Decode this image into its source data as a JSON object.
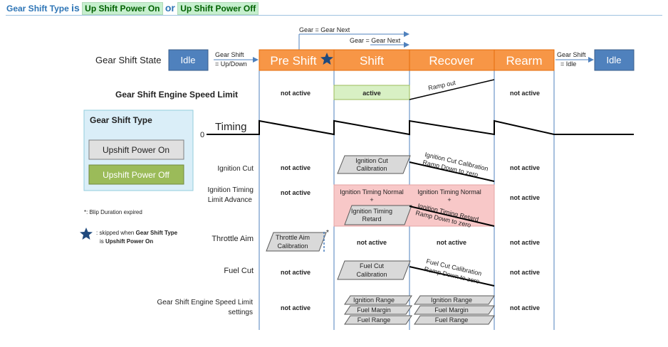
{
  "header": {
    "prefix": "Gear Shift Type",
    "is_word": "is",
    "option_a": "Up Shift Power On",
    "or_word": "or",
    "option_b": "Up Shift Power Off"
  },
  "arrows_top": {
    "gear_next_outer": "Gear = Gear Next",
    "gear_next_inner": "Gear = Gear Next"
  },
  "state_row": {
    "label": "Gear Shift State",
    "idle_left": "Idle",
    "transition_left": [
      "Gear Shift",
      "= Up/Down"
    ],
    "states": [
      "Pre Shift",
      "Shift",
      "Recover",
      "Rearm"
    ],
    "transition_right": [
      "Gear Shift",
      "= Idle"
    ],
    "idle_right": "Idle"
  },
  "speed_limit_row": {
    "label": "Gear Shift Engine Speed Limit",
    "pre_shift": "not active",
    "shift": "active",
    "recover": "Ramp out",
    "rearm": "not active"
  },
  "legend": {
    "title": "Gear Shift Type",
    "button_on": "Upshift Power On",
    "button_off": "Upshift Power Off",
    "note_blip": "*: Blip Duration expired",
    "note_star_prefix": ": skipped when ",
    "note_star_bold1": "Gear Shift Type",
    "note_star_mid": "is ",
    "note_star_bold2": "Upshift Power On"
  },
  "timing_row": {
    "label": "Timing",
    "zero": "0"
  },
  "ignition_cut_row": {
    "label": "Ignition Cut",
    "pre_shift": "not active",
    "shift": [
      "Ignition Cut",
      "Calibration"
    ],
    "recover": [
      "Ignition Cut Calibration",
      "Ramp Down to zero"
    ],
    "rearm": "not active"
  },
  "timing_limit_row": {
    "label": [
      "Ignition Timing",
      "Limit Advance"
    ],
    "pre_shift": "not active",
    "shift_text": [
      "Ignition Timing Normal",
      "+"
    ],
    "shift_box": [
      "Ignition Timing",
      "Retard"
    ],
    "recover_text": [
      "Ignition Timing Normal",
      "+"
    ],
    "recover_ramp": [
      "Ignition Timing Retard",
      "Ramp Down to zero"
    ],
    "rearm": "not active"
  },
  "throttle_row": {
    "label": "Throttle Aim",
    "pre_shift": [
      "Throttle Aim",
      "Calibration"
    ],
    "star": "*",
    "shift": "not active",
    "recover": "not active",
    "rearm": "not active"
  },
  "fuel_cut_row": {
    "label": "Fuel Cut",
    "pre_shift": "not active",
    "shift": [
      "Fuel Cut",
      "Calibration"
    ],
    "recover": [
      "Fuel Cut Calibration",
      "Ramp Down to zero"
    ],
    "rearm": "not active"
  },
  "settings_row": {
    "label": [
      "Gear Shift Engine Speed Limit",
      "settings"
    ],
    "pre_shift": "not active",
    "shift": [
      "Ignition Range",
      "Fuel Margin",
      "Fuel Range"
    ],
    "recover": [
      "Ignition Range",
      "Fuel Margin",
      "Fuel Range"
    ],
    "rearm": "not active"
  },
  "colors": {
    "state_orange": "#f79646",
    "idle_blue": "#4f81bd",
    "line_blue": "#4f81bd",
    "active_green": "#d8f0c4",
    "retard_pink": "#f8c8c8",
    "legend_bg": "#daeef8",
    "button_off_green": "#9bbb59",
    "button_on_grey": "#e0e0e0"
  }
}
